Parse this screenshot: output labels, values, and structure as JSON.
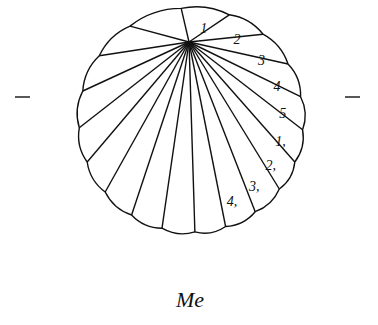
{
  "diagram": {
    "labels": [
      "1",
      "2",
      "3",
      "4",
      "5",
      "1,",
      "2,",
      "3,",
      "4,",
      "Me"
    ]
  }
}
